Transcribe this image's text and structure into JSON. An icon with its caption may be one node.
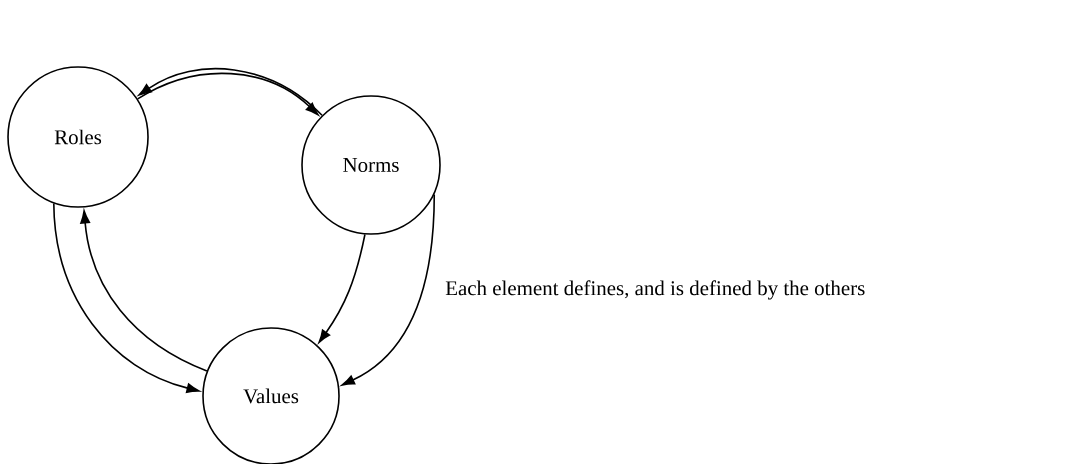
{
  "diagram": {
    "nodes": [
      {
        "text": [
          "Roles"
        ]
      },
      {
        "text": [
          "Norms"
        ]
      },
      {
        "text": [
          "Values"
        ]
      }
    ],
    "edges": [
      {
        "from": 1,
        "to": 0,
        "arrow": "to"
      },
      {
        "from": 0,
        "to": 1,
        "arrow": "to"
      },
      {
        "from": 0,
        "to": 2,
        "arrow": "to"
      },
      {
        "from": 2,
        "to": 0,
        "arrow": "to"
      },
      {
        "from": 1,
        "to": 2,
        "arrow": "to"
      },
      {
        "from": 1,
        "to": 2,
        "arrow": "to",
        "label": "Each element defines, and is defined by the others"
      }
    ]
  }
}
